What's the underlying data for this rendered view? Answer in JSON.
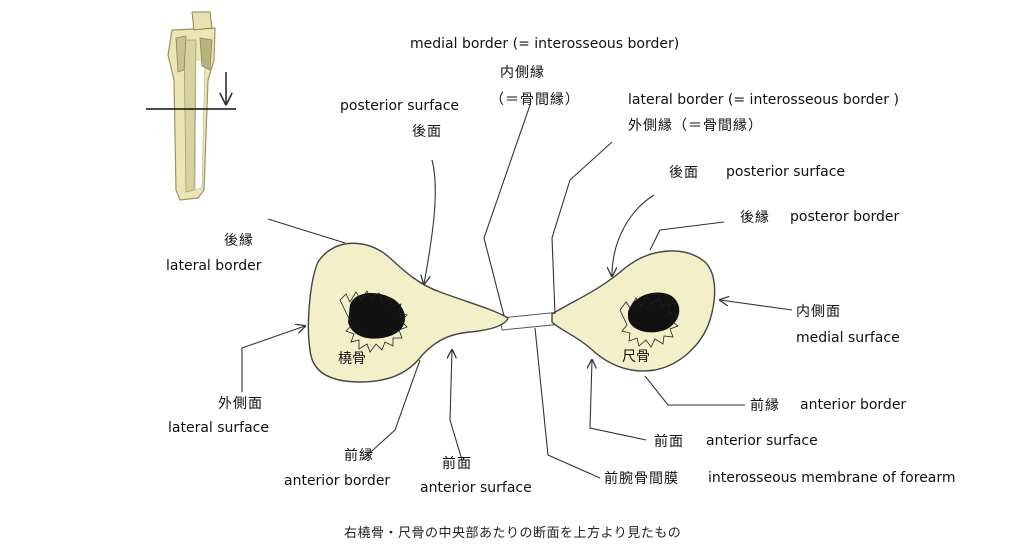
{
  "labels": {
    "medial_border_en": "medial border (= interosseous border)",
    "medial_border_jp": "内側縁",
    "medial_border_jp2": "（＝骨間縁）",
    "lateral_border_r_en": "lateral border (= interosseous border )",
    "lateral_border_r_jp": "外側縁（＝骨間縁）",
    "radius_posterior_surface_en": "posterior surface",
    "radius_posterior_surface_jp": "後面",
    "ulna_posterior_surface_jp": "後面",
    "ulna_posterior_surface_en": "posterior surface",
    "radius_posterior_border_jp": "後縁",
    "radius_lateral_border_en": "lateral border",
    "ulna_posterior_border_jp": "後縁",
    "ulna_posterior_border_en": "posteror border",
    "ulna_medial_surface_jp": "内側面",
    "ulna_medial_surface_en": "medial surface",
    "radius_lateral_surface_jp": "外側面",
    "radius_lateral_surface_en": "lateral surface",
    "radius_anterior_border_jp": "前縁",
    "radius_anterior_border_en": "anterior border",
    "radius_anterior_surface_jp": "前面",
    "radius_anterior_surface_en": "anterior surface",
    "ulna_anterior_border_jp": "前縁",
    "ulna_anterior_border_en": "anterior border",
    "ulna_anterior_surface_jp": "前面",
    "ulna_anterior_surface_en": "anterior surface",
    "membrane_jp": "前腕骨間膜",
    "membrane_en": "interosseous membrane of forearm"
  },
  "bones": {
    "radius": "橈骨",
    "ulna": "尺骨"
  },
  "caption": "右橈骨・尺骨の中央部あたりの断面を上方より見たもの",
  "colors": {
    "bone_fill": "#f3efc9",
    "marrow": "#111111",
    "line": "#333333"
  }
}
